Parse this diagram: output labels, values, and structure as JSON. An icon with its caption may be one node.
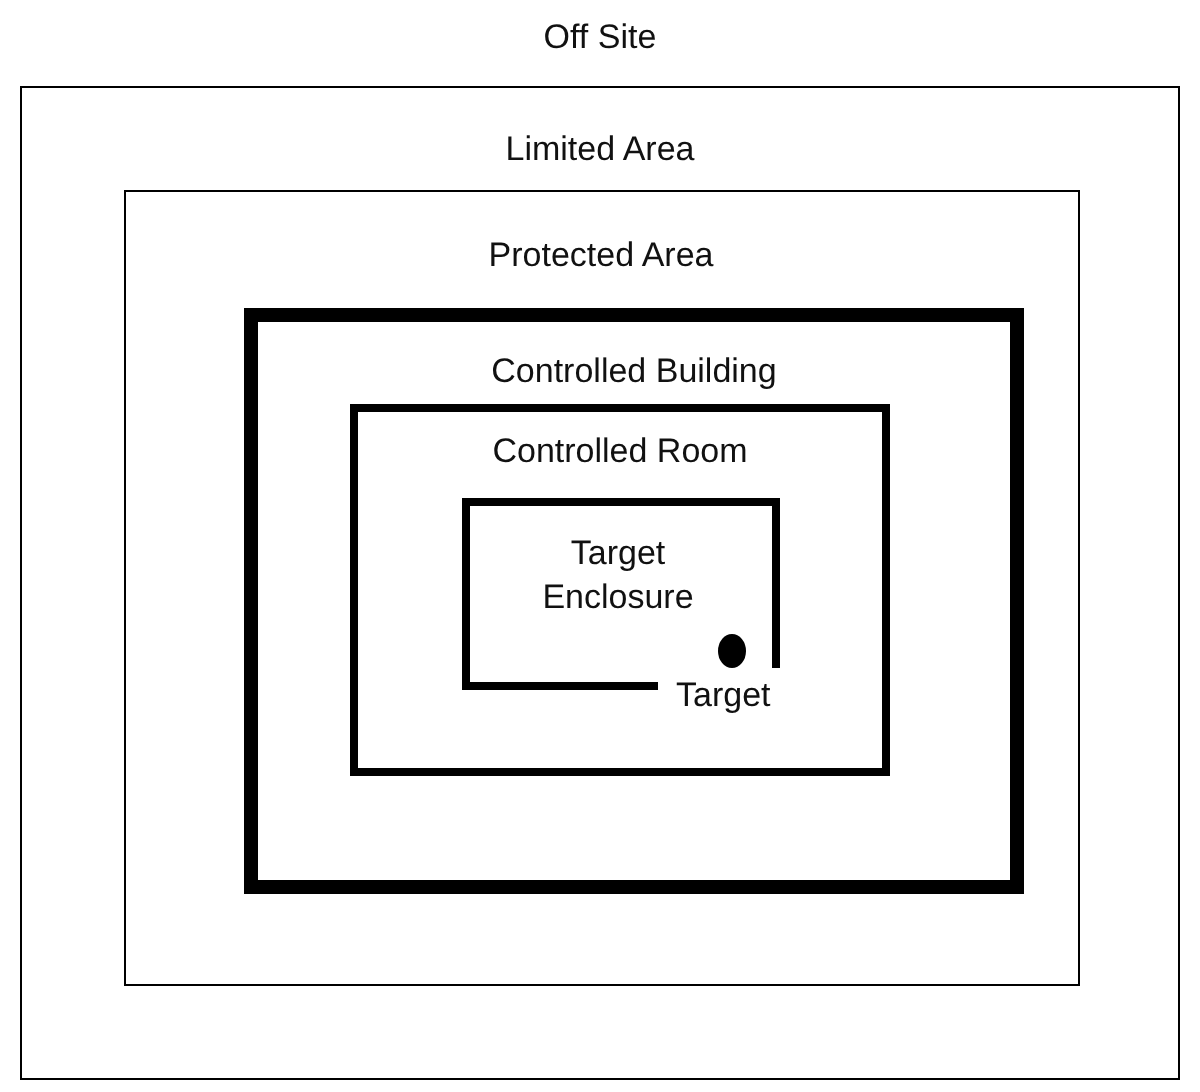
{
  "diagram": {
    "nodes": [
      {
        "text": [
          "Limited Area"
        ]
      },
      {
        "text": [
          "Protected Area"
        ],
        "in": 0
      },
      {
        "text": [
          "Controlled Building"
        ],
        "in": 1
      },
      {
        "text": [
          "Controlled Room"
        ],
        "in": 2
      },
      {
        "text": [
          "Target Enclosure"
        ],
        "in": 3
      },
      {
        "text": [],
        "shape": "circle",
        "in": 4,
        "beside": [
          "Target"
        ]
      }
    ],
    "labels": [
      "Off Site"
    ]
  }
}
